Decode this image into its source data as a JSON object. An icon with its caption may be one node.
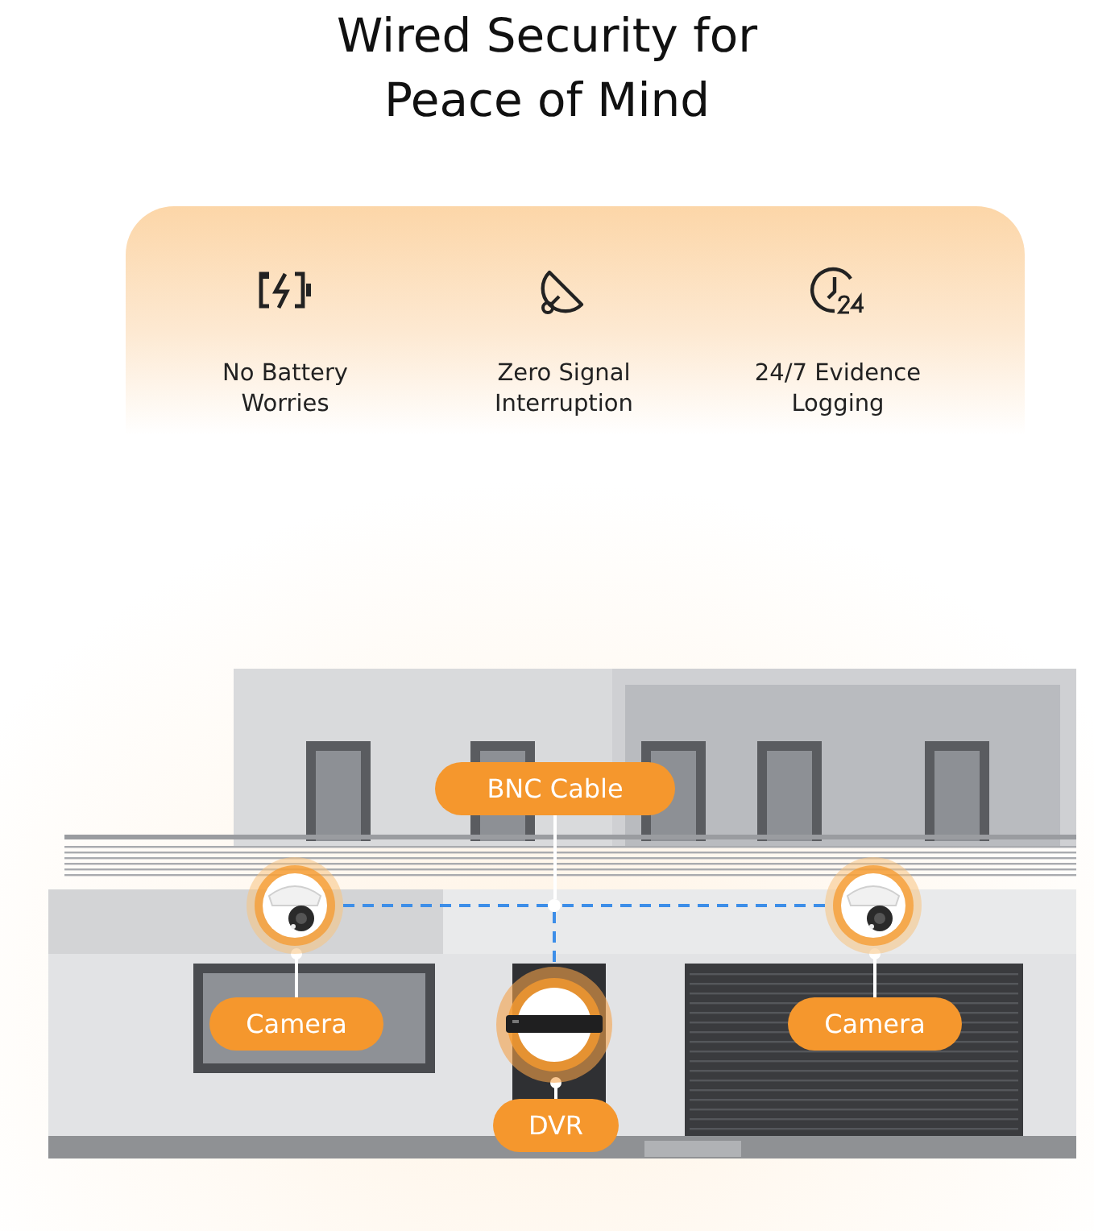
{
  "diagram": {
    "title": "Wired Security for Peace of Mind",
    "nodes": [
      {
        "text": [
          "No Battery Worries",
          "Zero Signal Interruption",
          "24/7 Evidence Logging"
        ]
      },
      {
        "text": [],
        "shape": "picture"
      },
      {
        "text": [],
        "shape": "picture"
      },
      {
        "text": [],
        "shape": "picture"
      },
      {
        "text": [
          "BNC Cable"
        ]
      },
      {
        "text": [
          "Camera"
        ]
      },
      {
        "text": [
          "Camera"
        ]
      },
      {
        "text": [
          "DVR"
        ]
      },
      {
        "text": [],
        "shape": "circle"
      }
    ],
    "edges": [
      {
        "from": 1,
        "to": 8,
        "arrow": "none",
        "style": "dashed",
        "color": "#3d8ee8"
      },
      {
        "from": 3,
        "to": 8,
        "arrow": "none",
        "style": "dashed",
        "color": "#3d8ee8"
      },
      {
        "from": 8,
        "to": 2,
        "arrow": "none",
        "style": "dashed",
        "color": "#3d8ee8"
      },
      {
        "from": 4,
        "to": 8,
        "arrow": "none"
      },
      {
        "from": 5,
        "to": 1,
        "arrow": "other"
      },
      {
        "from": 6,
        "to": 3,
        "arrow": "other"
      },
      {
        "from": 7,
        "to": 2,
        "arrow": "other"
      }
    ]
  }
}
